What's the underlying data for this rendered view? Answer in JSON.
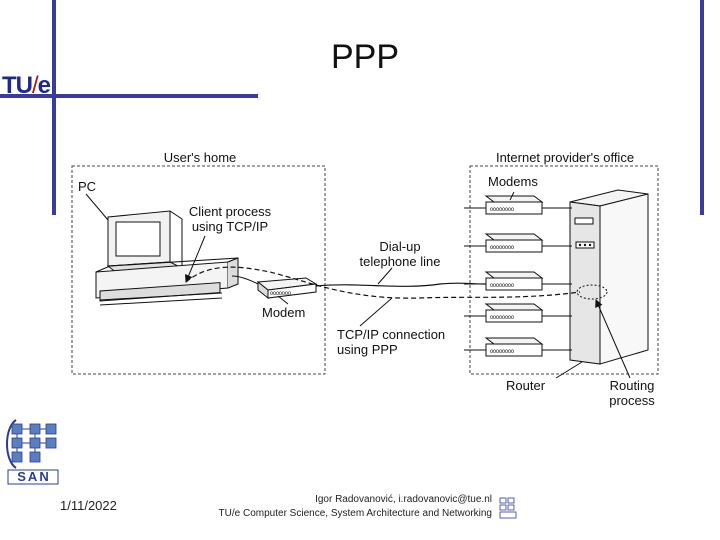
{
  "slide": {
    "title": "PPP",
    "logo_main": "TU",
    "logo_slash": "/",
    "logo_end": "e",
    "san_logo_text": "SAN"
  },
  "diagram": {
    "users_home": "User's home",
    "provider_office": "Internet provider's office",
    "pc": "PC",
    "client_process_1": "Client process",
    "client_process_2": "using TCP/IP",
    "dialup_1": "Dial-up",
    "dialup_2": "telephone line",
    "modem": "Modem",
    "modems": "Modems",
    "tcpip_1": "TCP/IP connection",
    "tcpip_2": "using PPP",
    "router": "Router",
    "routing_1": "Routing",
    "routing_2": "process"
  },
  "footer": {
    "date": "1/11/2022",
    "author": "Igor Radovanović, i.radovanovic@tue.nl",
    "department": "TU/e Computer Science, System Architecture and Networking"
  }
}
